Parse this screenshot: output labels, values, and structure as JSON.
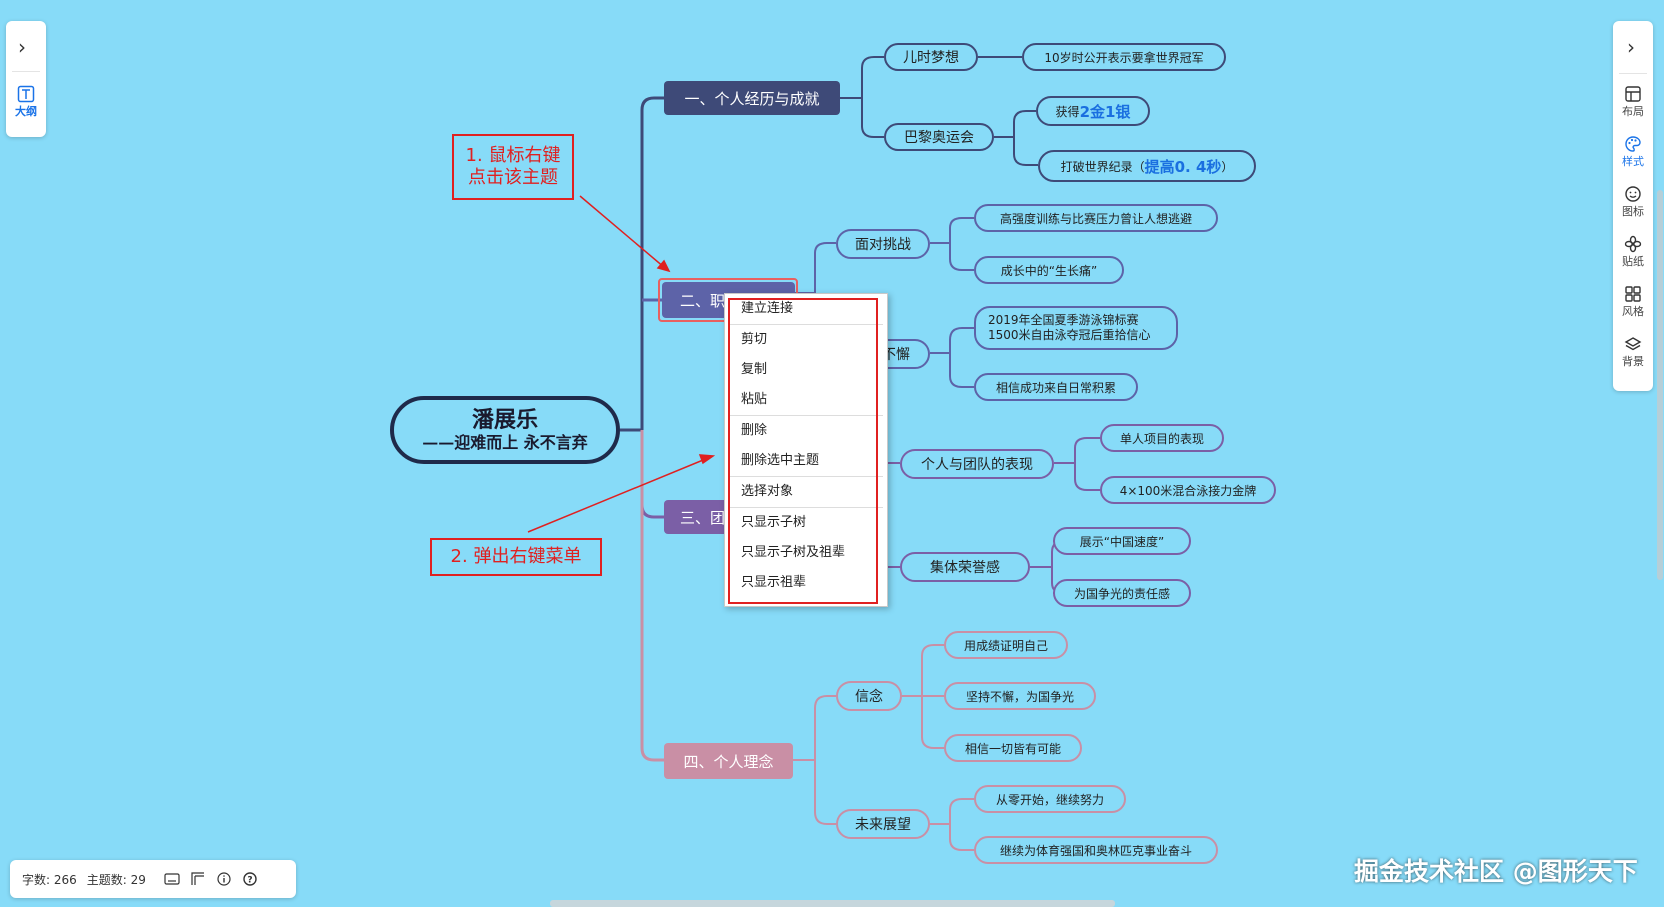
{
  "root": {
    "title": "潘展乐",
    "subtitle": "——迎难而上  永不言弃"
  },
  "branches": {
    "b1": {
      "label": "一、个人经历与成就",
      "color": "#3e4a78"
    },
    "b2": {
      "label": "二、职业生涯",
      "color": "#5d63a8"
    },
    "b3": {
      "label": "三、团",
      "color": "#7b5fa6"
    },
    "b4": {
      "label": "四、个人理念",
      "color": "#c98fa5"
    }
  },
  "subs": {
    "s1": "儿时梦想",
    "s2": "巴黎奥运会",
    "s3": "面对挑战",
    "s4": "不懈",
    "s5": "个人与团队的表现",
    "s6": "集体荣誉感",
    "s7": "信念",
    "s8": "未来展望"
  },
  "leaves": {
    "l1": "10岁时公开表示要拿世界冠军",
    "l2_pre": "获得",
    "l2_hl": "2金1银",
    "l3_pre": "打破世界纪录（",
    "l3_hl": "提高0. 4秒",
    "l3_post": "）",
    "l4": "高强度训练与比赛压力曾让人想逃避",
    "l5": "成长中的“生长痛”",
    "l6a": "2019年全国夏季游泳锦标赛",
    "l6b": "1500米自由泳夺冠后重拾信心",
    "l7": "相信成功来自日常积累",
    "l8": "单人项目的表现",
    "l9": "4×100米混合泳接力金牌",
    "l10": "展示“中国速度”",
    "l11": "为国争光的责任感",
    "l12": "用成绩证明自己",
    "l13": "坚持不懈，为国争光",
    "l14": "相信一切皆有可能",
    "l15": "从零开始，继续努力",
    "l16": "继续为体育强国和奥林匹克事业奋斗"
  },
  "context_menu": {
    "items": [
      "建立连接",
      "剪切",
      "复制",
      "粘贴",
      "删除",
      "删除选中主题",
      "选择对象",
      "只显示子树",
      "只显示子树及祖辈",
      "只显示祖辈"
    ]
  },
  "annotations": {
    "a1_line1": "1. 鼠标右键",
    "a1_line2": "点击该主题",
    "a2": "2. 弹出右键菜单"
  },
  "left_panel": {
    "outline_label": "大纲",
    "expand_icon": "chevron-right-icon"
  },
  "right_panel": {
    "tools": [
      {
        "label": "布局",
        "icon": "layout-icon"
      },
      {
        "label": "样式",
        "icon": "palette-icon"
      },
      {
        "label": "图标",
        "icon": "emoji-icon"
      },
      {
        "label": "贴纸",
        "icon": "sticker-icon"
      },
      {
        "label": "风格",
        "icon": "grid-style-icon"
      },
      {
        "label": "背景",
        "icon": "layers-icon"
      }
    ]
  },
  "status_bar": {
    "word_count": "字数: 266",
    "topic_count": "主题数: 29"
  },
  "watermark": "掘金技术社区 @图形天下",
  "colors": {
    "background": "#87dbf8",
    "accent": "#1a73e8",
    "annotation": "#e02020"
  }
}
